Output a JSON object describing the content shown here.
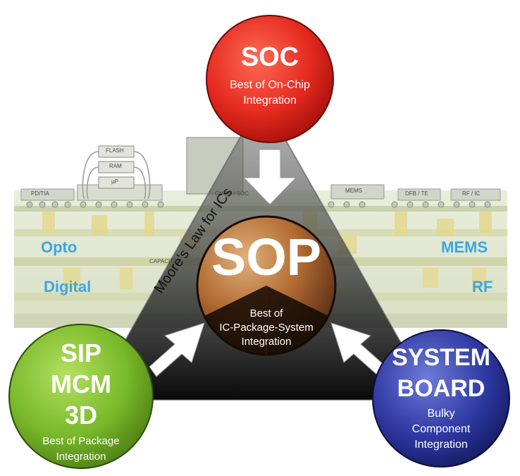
{
  "colors": {
    "soc_circle": "#e42a1f",
    "sip_circle": "#79b92a",
    "system_circle": "#2f3aa3",
    "sop_circle": "#b06a32",
    "side_label": "#3aa6e6",
    "triangle": "#262626"
  },
  "background": {
    "chip_labels": {
      "flash": "FLASH",
      "ram": "RAM",
      "up": "µP",
      "pdtia": "PD/TIA",
      "cmos": "CMOS / SOC",
      "mems": "MEMS",
      "dfbte": "DFB / TE",
      "rfic": "RF / IC",
      "capacitor": "CAPACITOR"
    },
    "side_labels": {
      "opto": "Opto",
      "digital": "Digital",
      "mems": "MEMS",
      "rf": "RF"
    }
  },
  "moores_law": "Moore's Law for ICs",
  "soc": {
    "title": "SOC",
    "line1": "Best of On-Chip",
    "line2": "Integration"
  },
  "sop": {
    "title": "SOP",
    "line1": "Best of",
    "line2": "IC-Package-System",
    "line3": "Integration"
  },
  "sip": {
    "line1": "SIP",
    "line2": "MCM",
    "line3": "3D",
    "sub1": "Best of Package",
    "sub2": "Integration"
  },
  "system_board": {
    "line1": "SYSTEM",
    "line2": "BOARD",
    "sub1": "Bulky",
    "sub2": "Component",
    "sub3": "Integration"
  },
  "icons": {
    "arrows": "arrow-icon"
  }
}
